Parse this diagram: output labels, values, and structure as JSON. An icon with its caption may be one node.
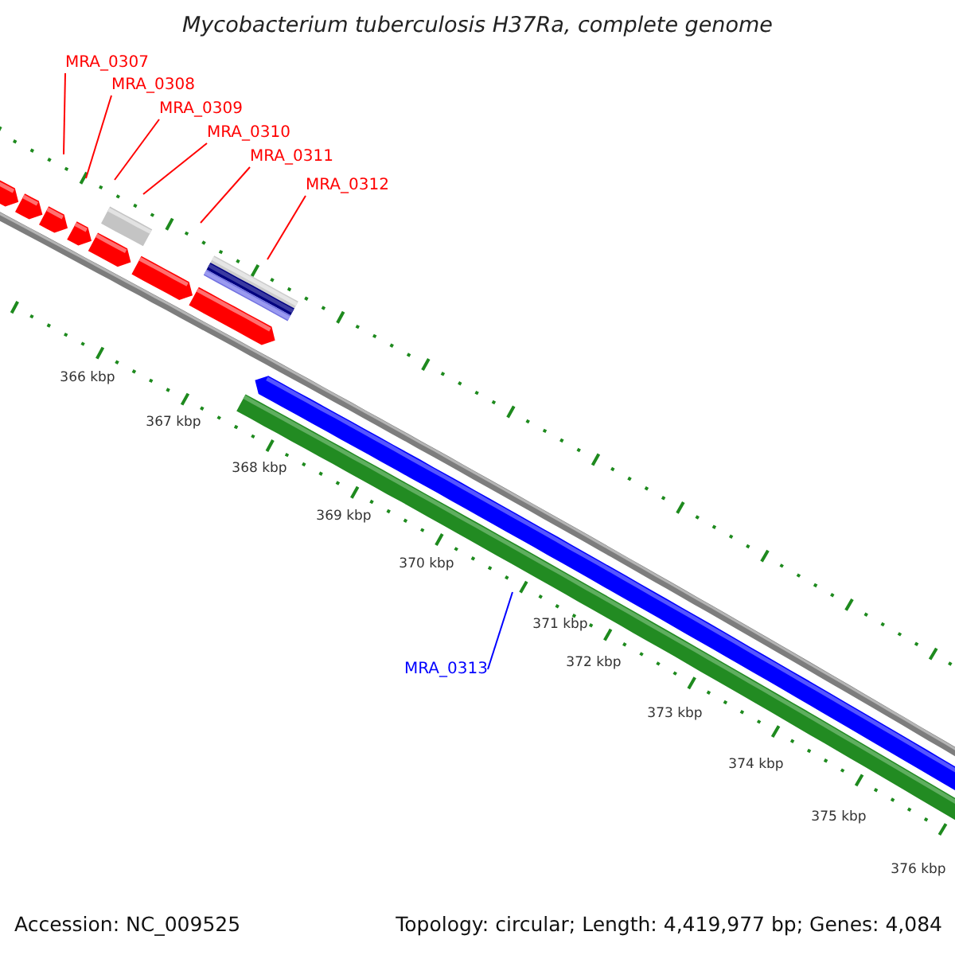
{
  "diagram": {
    "title": "Mycobacterium tuberculosis H37Ra, complete genome",
    "nodes": [
      {
        "text": [
          "MRA_0307"
        ]
      },
      {
        "text": [
          "MRA_0308"
        ]
      },
      {
        "text": [
          "MRA_0309"
        ]
      },
      {
        "text": [
          "MRA_0310"
        ]
      },
      {
        "text": [
          "MRA_0311"
        ]
      },
      {
        "text": [
          "MRA_0312"
        ]
      },
      {
        "text": [
          "MRA_0313"
        ]
      }
    ],
    "edges": [
      {
        "from": 0,
        "to": null,
        "arrow": "none"
      },
      {
        "from": 1,
        "to": null,
        "arrow": "none"
      },
      {
        "from": 2,
        "to": null,
        "arrow": "none"
      },
      {
        "from": 3,
        "to": null,
        "arrow": "none"
      },
      {
        "from": 4,
        "to": null,
        "arrow": "none"
      },
      {
        "from": 5,
        "to": null,
        "arrow": "none"
      },
      {
        "from": 6,
        "to": null,
        "arrow": "none",
        "color": "#0000ff"
      }
    ],
    "labels": [
      "366 kbp",
      "367 kbp",
      "368 kbp",
      "369 kbp",
      "370 kbp",
      "371 kbp",
      "372 kbp",
      "373 kbp",
      "374 kbp",
      "375 kbp",
      "376 kbp",
      "Accession: NC_009525",
      "Topology: circular; Length: 4,419,977 bp; Genes: 4,084"
    ]
  }
}
